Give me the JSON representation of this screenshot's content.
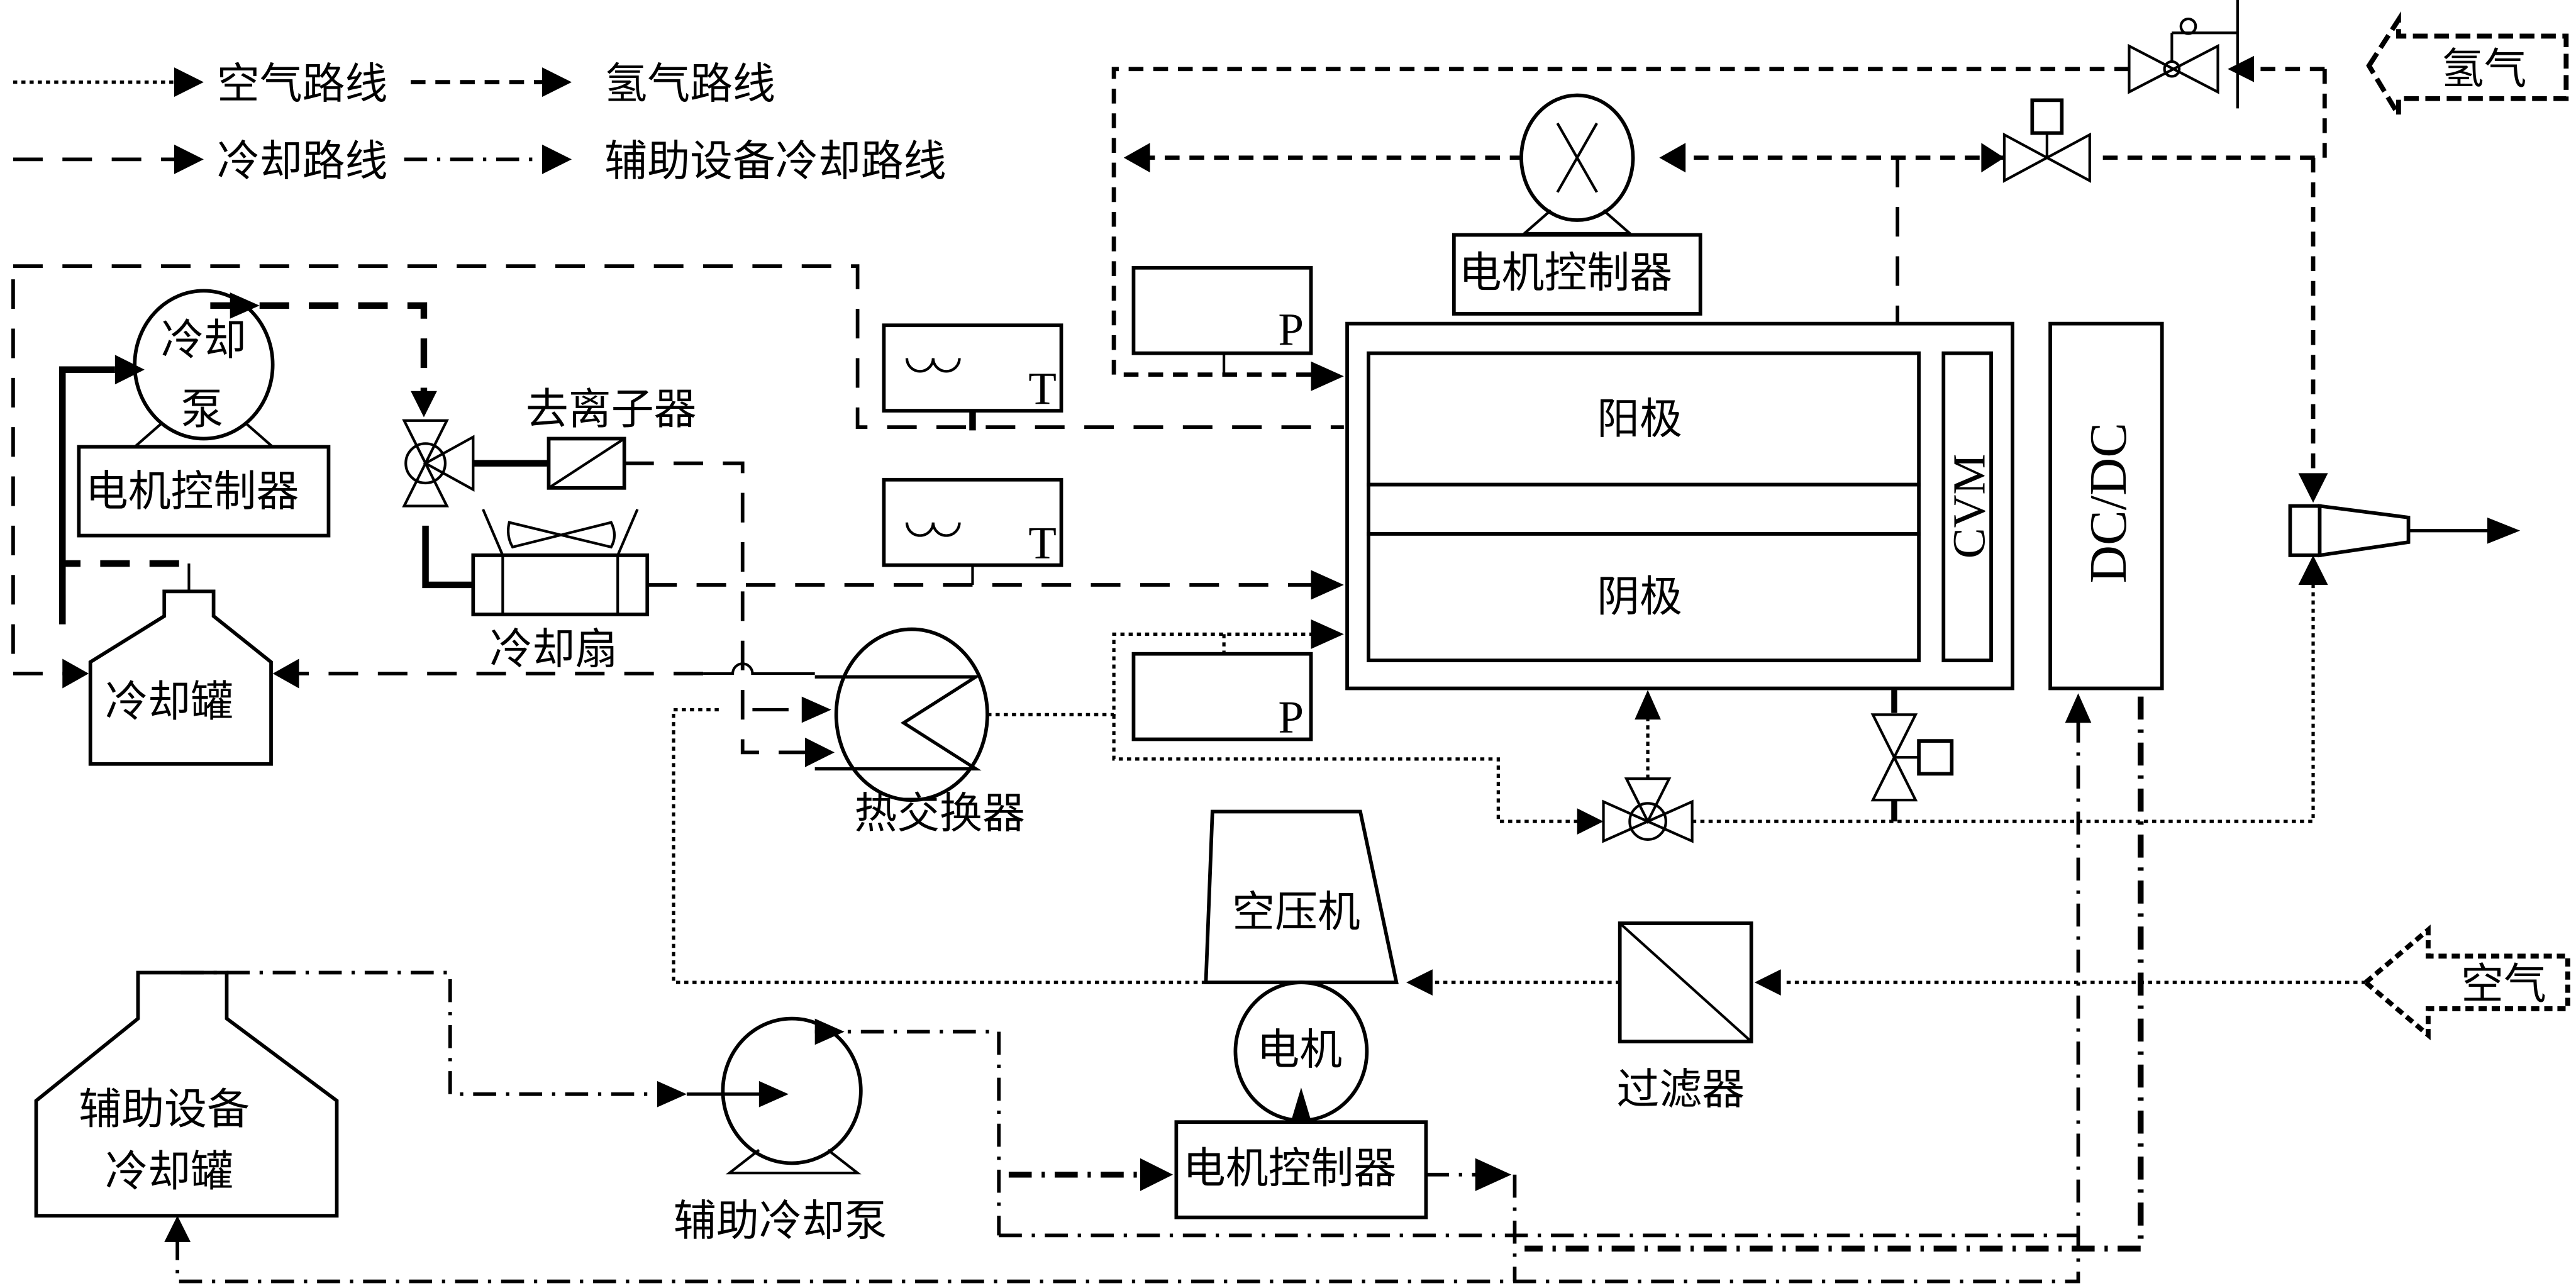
{
  "legend": {
    "air_route": "空气路线",
    "hydrogen_route": "氢气路线",
    "cooling_route": "冷却路线",
    "aux_cooling_route": "辅助设备冷却路线"
  },
  "inputs": {
    "hydrogen": "氢气",
    "air": "空气"
  },
  "components": {
    "cooling_pump": [
      "冷却",
      "泵"
    ],
    "motor_controller": "电机控制器",
    "cooling_tank": "冷却罐",
    "deionizer": "去离子器",
    "cooling_fan": "冷却扇",
    "heat_exchanger": "热交换器",
    "temp_sensor_label": "T",
    "pressure_sensor_label": "P",
    "anode": "阳极",
    "cathode": "阴极",
    "cvm": "CVM",
    "dcdc": "DC/DC",
    "air_compressor": "空压机",
    "motor": "电机",
    "filter": "过滤器",
    "aux_cooling_pump": "辅助冷却泵",
    "aux_cooling_tank": [
      "辅助设备",
      "冷却罐"
    ]
  }
}
